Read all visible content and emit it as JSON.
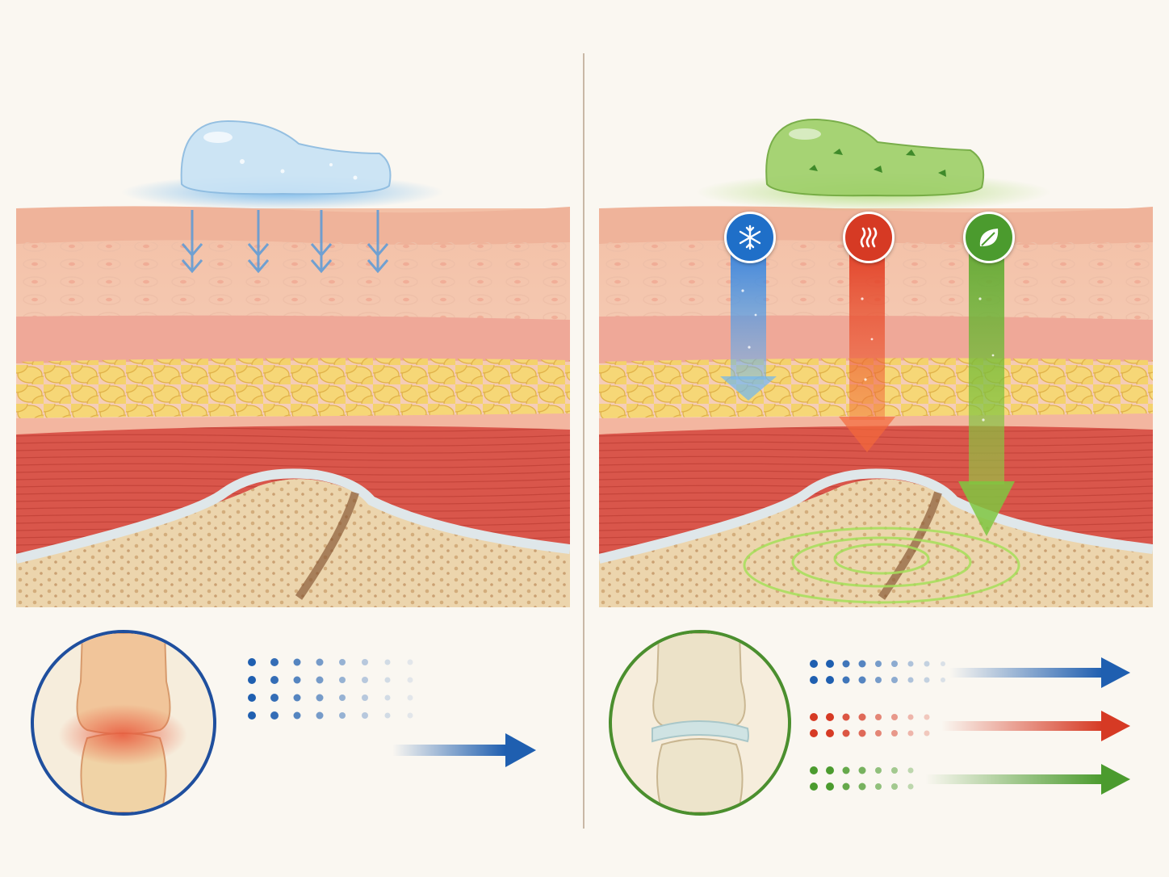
{
  "colors": {
    "background": "#faf7f1",
    "skin_top": "#f3c6ab",
    "epidermis": "#f6d8c4",
    "dermis": "#f2b6a3",
    "fat": "#f2cf6a",
    "muscle": "#d9524a",
    "bone": "#ead3ac",
    "cartilage": "#e6ecee",
    "gel_clear": "#b9d9f0",
    "gel_herbal": "#86c15a",
    "cold_blue": "#1f5fb0",
    "heat_red": "#d63a24",
    "herbal_green": "#4b9b2e",
    "inflamed_red": "#e8563a"
  },
  "left_panel": {
    "gel": {
      "type": "clear-gel",
      "icon": "water-gel-droplet"
    },
    "penetration": {
      "arrows": 4,
      "depth": "shallow"
    },
    "knee": {
      "state": "inflamed",
      "border_color": "#1f4f9e"
    },
    "effect": {
      "rows": 4,
      "arrow_color": "#1f5fb0"
    }
  },
  "right_panel": {
    "gel": {
      "type": "herbal-gel",
      "icon": "herbal-gel-droplet"
    },
    "channels": [
      {
        "icon": "snowflake-icon",
        "color": "#1f6fc8",
        "depth": "fat"
      },
      {
        "icon": "heat-waves-icon",
        "color": "#d63a24",
        "depth": "muscle"
      },
      {
        "icon": "leaf-icon",
        "color": "#4b9b2e",
        "depth": "joint"
      }
    ],
    "knee": {
      "state": "healthy",
      "border_color": "#4b8f2e"
    },
    "effect": {
      "rows": 3,
      "arrow_colors": [
        "#1f5fb0",
        "#d63a24",
        "#4b9b2e"
      ]
    }
  }
}
